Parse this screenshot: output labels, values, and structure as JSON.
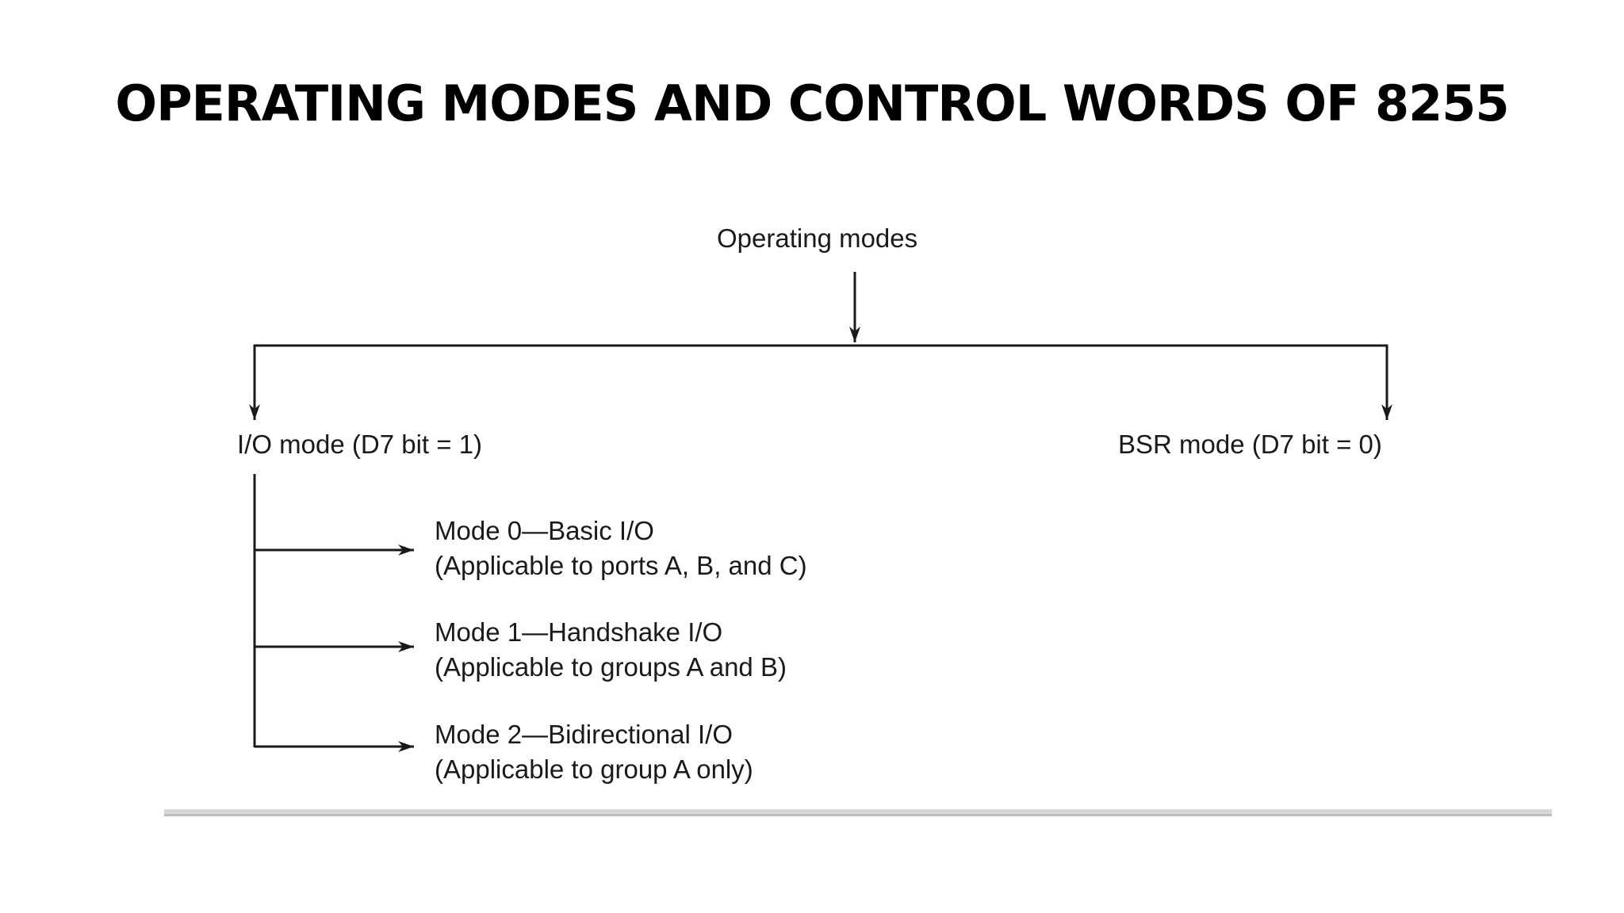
{
  "slide": {
    "title": "OPERATING MODES AND CONTROL WORDS OF 8255"
  },
  "diagram": {
    "root": "Operating modes",
    "io_mode": "I/O mode (D7 bit = 1)",
    "bsr_mode": "BSR mode (D7 bit = 0)",
    "modes": [
      {
        "name": "Mode 0—Basic I/O",
        "note": "(Applicable to ports A, B, and C)"
      },
      {
        "name": "Mode 1—Handshake I/O",
        "note": "(Applicable to groups A and B)"
      },
      {
        "name": "Mode 2—Bidirectional I/O",
        "note": "(Applicable to group A only)"
      }
    ]
  },
  "colors": {
    "line": "#1a1a1a",
    "text": "#1a1a1a",
    "title": "#000000"
  }
}
